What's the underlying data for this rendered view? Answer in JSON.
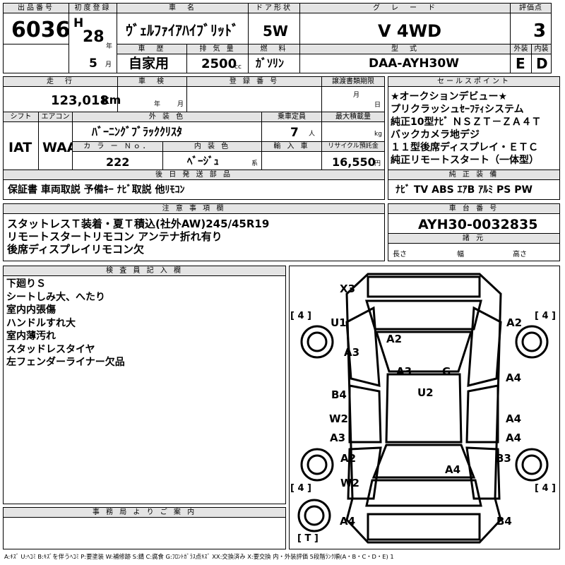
{
  "top": {
    "lot_no_label": "出品番号",
    "lot_no": "6036",
    "first_reg_label": "初度登録",
    "era": "H",
    "year": "28",
    "year_unit": "年",
    "month": "5",
    "month_unit": "月",
    "name_label": "車　名",
    "name": "ｳﾞｪﾙﾌｧｲｱﾊｲﾌﾞﾘｯﾄﾞ",
    "door_label": "ドア形状",
    "door": "5W",
    "grade_label": "グ　レ　ー　ド",
    "grade": "V 4WD",
    "score_label": "評価点",
    "score": "3",
    "history_label": "車　歴",
    "history": "自家用",
    "displacement_label": "排 気 量",
    "displacement": "2500",
    "displacement_unit": "cc",
    "fuel_label": "燃　料",
    "fuel": "ｶﾞｿﾘﾝ",
    "model_label": "型　式",
    "model": "DAA-AYH30W",
    "exterior_label": "外装",
    "exterior": "E",
    "interior_label": "内装",
    "interior": "D"
  },
  "mid": {
    "mileage_label": "走　行",
    "mileage": "123,018",
    "mileage_unit": "km",
    "inspection_label": "車　検",
    "insp_year_unit": "年",
    "insp_month_unit": "月",
    "reg_no_label": "登 録 番 号",
    "transfer_label": "譲渡書類期限",
    "transfer_month_unit": "月",
    "transfer_day_unit": "日",
    "shift_label": "シフト",
    "shift": "IAT",
    "ac_label": "エアコン",
    "ac": "WAA",
    "color_label": "外 装 色",
    "color": "ﾊﾞｰﾆﾝｸﾞﾌﾞﾗｯｸｸﾘｽﾀ",
    "capacity_label": "乗車定員",
    "capacity": "7",
    "capacity_unit": "人",
    "loading_label": "最大積載量",
    "loading_unit": "kg",
    "color_no_label": "カ ラ ー Ｎｏ．",
    "color_no": "222",
    "int_color_label": "内 装 色",
    "int_color": "ﾍﾞｰｼﾞｭ",
    "int_color_unit": "系",
    "import_label": "輸 入 車",
    "recycle_label": "リサイクル預託金",
    "recycle": "16,550",
    "recycle_unit": "円"
  },
  "sales": {
    "label": "セールスポイント",
    "lines": [
      "★オークションデビュー★",
      "プリクラッシュｾｰﾌﾃｨシステム",
      "純正10型ﾅﾋﾞ ＮＳＺＴ－ＺＡ４Ｔ",
      "バックカメラ地デジ",
      "１１型後席ディスプレイ・ＥＴＣ",
      "純正リモートスタート（一体型）"
    ]
  },
  "shipping": {
    "label": "後 日 発 送 部 品",
    "value": "保証書 車両取説 予備ｷｰ ﾅﾋﾞ取説 他ﾘﾓｺﾝ"
  },
  "equipment": {
    "label": "純 正 装 備",
    "value": "ﾅﾋﾞ TV ABS ｴｱB ｱﾙﾐ PS PW"
  },
  "notes": {
    "label": "注 意 事 項 欄",
    "lines": [
      "スタットレスＴ装着・夏Ｔ積込(社外AW)245/45R19",
      "リモートスタートリモコン アンテナ折れ有り",
      "後席ディスプレイリモコン欠"
    ]
  },
  "chassis": {
    "label": "車 台 番 号",
    "value": "AYH30-0032835",
    "spec_label": "諸 元",
    "length_label": "長さ",
    "width_label": "幅",
    "height_label": "高さ"
  },
  "inspector": {
    "label": "検 査 員 記 入 欄",
    "lines": [
      "下廻りＳ",
      "シートしみ大、へたり",
      "室内内張傷",
      "ハンドルすれ大",
      "室内薄汚れ",
      "スタッドレスタイヤ",
      "左フェンダーライナー欠品"
    ]
  },
  "office": {
    "label": "事 務 局 よ り ご 案 内"
  },
  "diagram": {
    "marks": [
      "X3",
      "U1",
      "A2",
      "A3",
      "A2",
      "A3",
      "G",
      "A4",
      "B4",
      "U2",
      "A4",
      "W2",
      "A3",
      "A4",
      "A2",
      "B3",
      "A4",
      "W2",
      "A4",
      "B4"
    ],
    "tires": [
      "[ 4 ]",
      "[ 4 ]",
      "[ 4 ]",
      "[ 4 ]",
      "[ T ]"
    ]
  },
  "legend": "A:ｷｽﾞ U:ﾍｺﾐ B:ｷｽﾞを伴うﾍｺﾐ P:要塗装 W:補修跡 S:錆 C:腐食 G:ﾌﾛﾝﾄｶﾞﾗｽ点ｷｽﾞ XX:交換済み X:要交換 内・外装評価 5段階ﾗﾝｸ順(A・B・C・D・E) 1"
}
